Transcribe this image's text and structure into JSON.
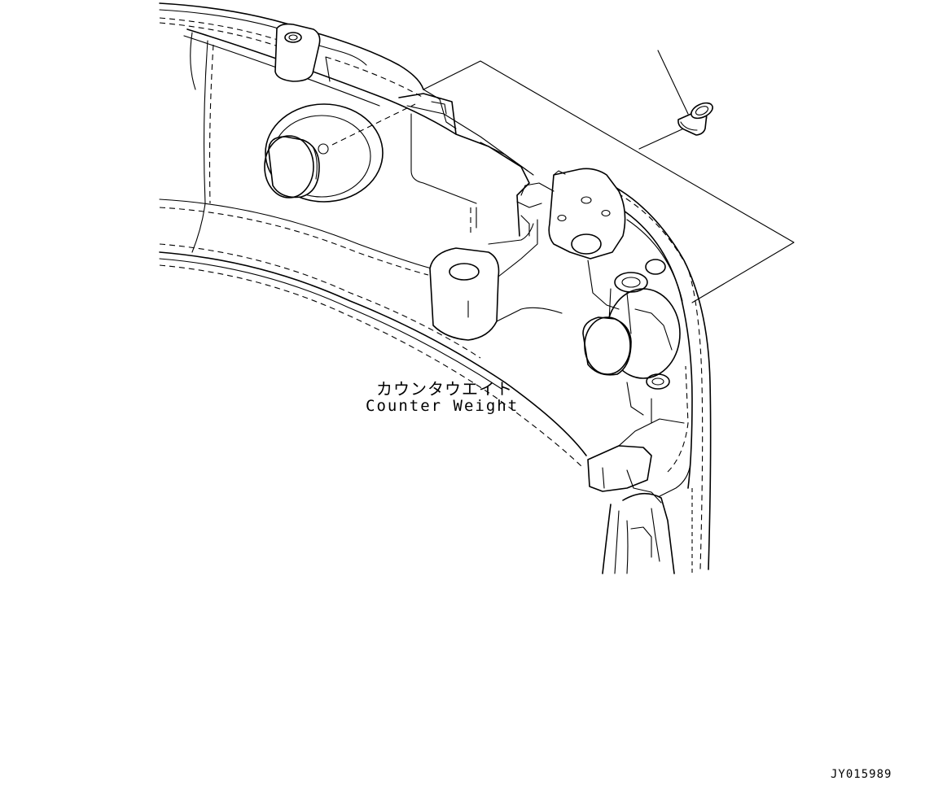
{
  "diagram": {
    "part_label_jp": "カウンタウエイト",
    "part_label_en": "Counter Weight",
    "drawing_code": "JY015989"
  },
  "icons": {
    "fastener": "pin-bushing-icon"
  }
}
